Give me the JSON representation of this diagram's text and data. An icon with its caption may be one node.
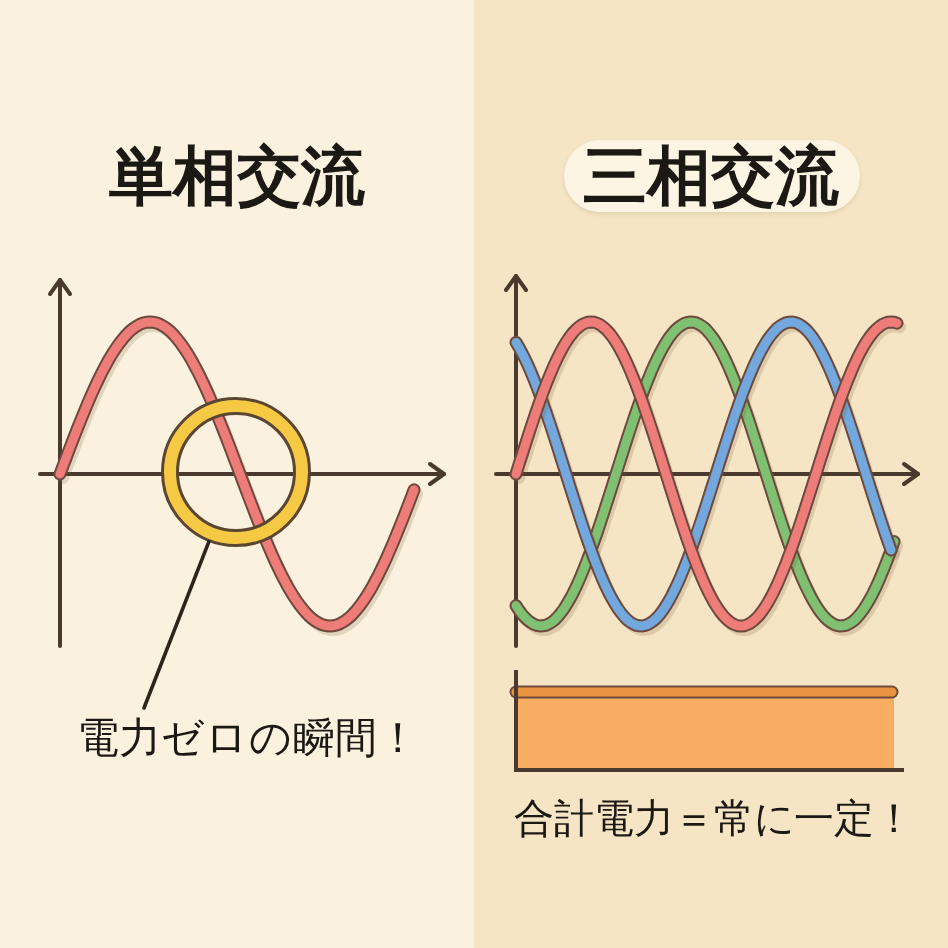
{
  "diagram": {
    "nodes": [
      {
        "text": [
          "単相交流"
        ]
      },
      {
        "text": [],
        "shape": "circle",
        "in": 0
      },
      {
        "text": [
          "電力ゼロの瞬間！"
        ],
        "in": 0
      },
      {
        "text": [
          "三相交流"
        ]
      }
    ],
    "edges": [
      {
        "from": 2,
        "to": 1,
        "arrow": "none"
      }
    ],
    "labels": [
      "合計電力＝常に一定！"
    ]
  }
}
